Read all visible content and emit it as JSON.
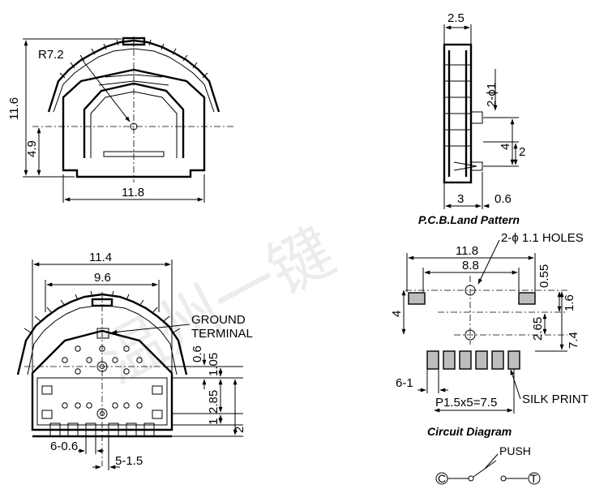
{
  "top_left_view": {
    "radius_label": "R7.2",
    "height_total": "11.6",
    "height_center": "4.9",
    "width": "11.8"
  },
  "top_right_view": {
    "thickness": "2.5",
    "pin_dia": "2-ϕ1",
    "pin_pitch_outer": "4",
    "pin_pitch_inner": "2",
    "depth": "3",
    "pin_offset": "0.6"
  },
  "pcb_land_pattern": {
    "title": "P.C.B.Land Pattern",
    "holes_label": "2-ϕ 1.1 HOLES",
    "outer_width": "11.8",
    "hole_pitch": "8.8",
    "pad_width": "0.55",
    "left_height": "4",
    "pad_height": "1.6",
    "hole_to_row": "2.65",
    "total_height": "7.4",
    "pin_width": "6-1",
    "pitch": "P1.5x5=7.5",
    "silk_label": "SILK PRINT"
  },
  "bottom_left_view": {
    "width_outer": "11.4",
    "width_inner": "9.6",
    "ground_label_1": "GROUND",
    "ground_label_2": "TERMINAL",
    "d1": "0.6",
    "d2": "1.05",
    "d3": "2.85",
    "d4": "1",
    "d5": "2",
    "pin_size": "6-0.6",
    "pin_pitch": "5-1.5"
  },
  "circuit": {
    "title": "Circuit Diagram",
    "push_label": "PUSH",
    "c_label": "C",
    "t_label": "T"
  },
  "watermark": "温州一键"
}
